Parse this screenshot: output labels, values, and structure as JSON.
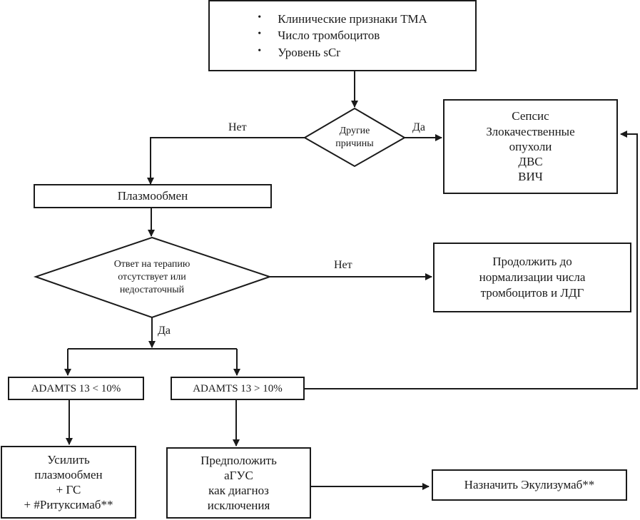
{
  "diagram": {
    "start_box": {
      "items": [
        "Клинические признаки ТМА",
        "Число тромбоцитов",
        "Уровень sCr"
      ]
    },
    "decision_other_causes": {
      "lines": [
        "Другие",
        "причины"
      ]
    },
    "other_causes_box": {
      "lines": [
        "Сепсис",
        "Злокачественные",
        "опухоли",
        "ДВС",
        "ВИЧ"
      ]
    },
    "plasma_exchange_box": {
      "label": "Плазмообмен"
    },
    "decision_response": {
      "lines": [
        "Ответ на терапию",
        "отсутствует или",
        "недостаточный"
      ]
    },
    "continue_box": {
      "lines": [
        "Продолжить до",
        "нормализации числа",
        "тромбоцитов и ЛДГ"
      ]
    },
    "adamts_low_box": {
      "label": "ADAMTS 13 < 10%"
    },
    "adamts_high_box": {
      "label": "ADAMTS 13 > 10%"
    },
    "intensify_box": {
      "lines": [
        "Усилить",
        "плазмообмен",
        "+ ГС",
        "+ #Ритуксимаб**"
      ]
    },
    "ahus_box": {
      "lines": [
        "Предположить",
        "аГУС",
        "как диагноз",
        "исключения"
      ]
    },
    "eculizumab_box": {
      "label": "Назначить Экулизумаб**"
    },
    "edge_labels": {
      "other_causes_no": "Нет",
      "other_causes_yes": "Да",
      "response_no": "Нет",
      "response_yes": "Да"
    }
  }
}
